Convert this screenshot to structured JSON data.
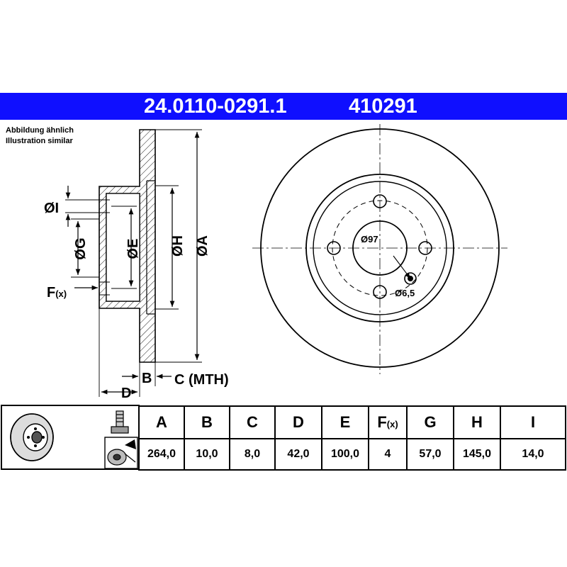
{
  "header": {
    "part_number": "24.0110-0291.1",
    "reference_number": "410291",
    "background_color": "#0f0fff",
    "text_color": "#ffffff"
  },
  "notes": {
    "german": "Abbildung ähnlich",
    "english": "Illustration similar"
  },
  "drawing": {
    "dim_labels": {
      "I": "ØI",
      "G": "ØG",
      "E": "ØE",
      "H": "ØH",
      "A": "ØA",
      "F_main": "F",
      "F_sub": "(x)",
      "B": "B",
      "C": "C (MTH)",
      "D": "D"
    },
    "front_labels": {
      "center_bore": "Ø97",
      "bolt_hole": "Ø6,5"
    }
  },
  "table": {
    "columns": [
      {
        "key": "A",
        "label": "A",
        "value": "264,0"
      },
      {
        "key": "B",
        "label": "B",
        "value": "10,0"
      },
      {
        "key": "C",
        "label": "C",
        "value": "8,0"
      },
      {
        "key": "D",
        "label": "D",
        "value": "42,0"
      },
      {
        "key": "E",
        "label": "E",
        "value": "100,0"
      },
      {
        "key": "F",
        "label": "F",
        "label_sub": "(x)",
        "value": "4"
      },
      {
        "key": "G",
        "label": "G",
        "value": "57,0"
      },
      {
        "key": "H",
        "label": "H",
        "value": "145,0"
      },
      {
        "key": "I",
        "label": "I",
        "value": "14,0"
      }
    ]
  },
  "icons": {
    "disc": "brake-disc-icon",
    "bolt": "bolt-icon",
    "cross_section": "disc-cross-section-icon"
  }
}
